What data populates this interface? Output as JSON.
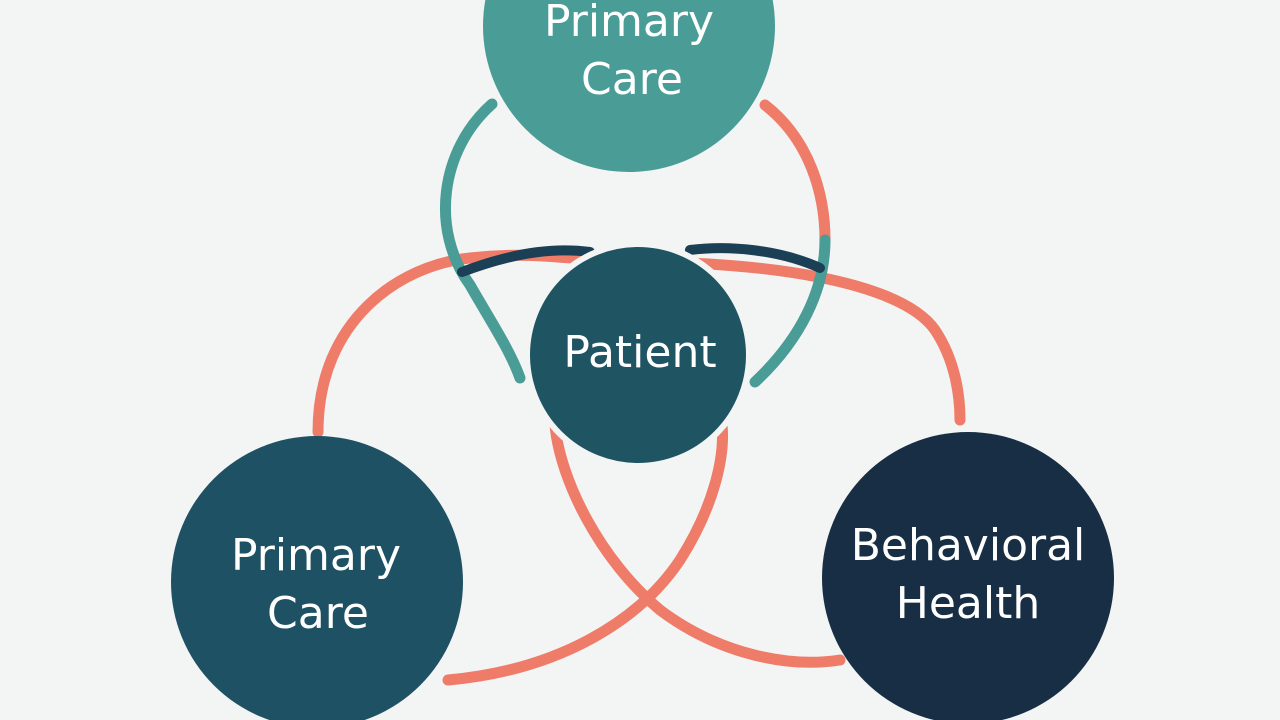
{
  "diagram": {
    "nodes": {
      "top": {
        "lines": [
          "Primary",
          "Care"
        ]
      },
      "center": {
        "lines": [
          "Patient"
        ]
      },
      "left": {
        "lines": [
          "Primary",
          "Care"
        ]
      },
      "right": {
        "lines": [
          "Behavioral",
          "Health"
        ]
      }
    },
    "colors": {
      "background": "#f3f4f4",
      "top_node": "#4a9c97",
      "center_node": "#1f5463",
      "left_node": "#1e5163",
      "right_node": "#172e44",
      "coral_link": "#ee7c69",
      "teal_link": "#4a9c97",
      "navy_link": "#1b3f55",
      "label": "#ffffff"
    }
  }
}
